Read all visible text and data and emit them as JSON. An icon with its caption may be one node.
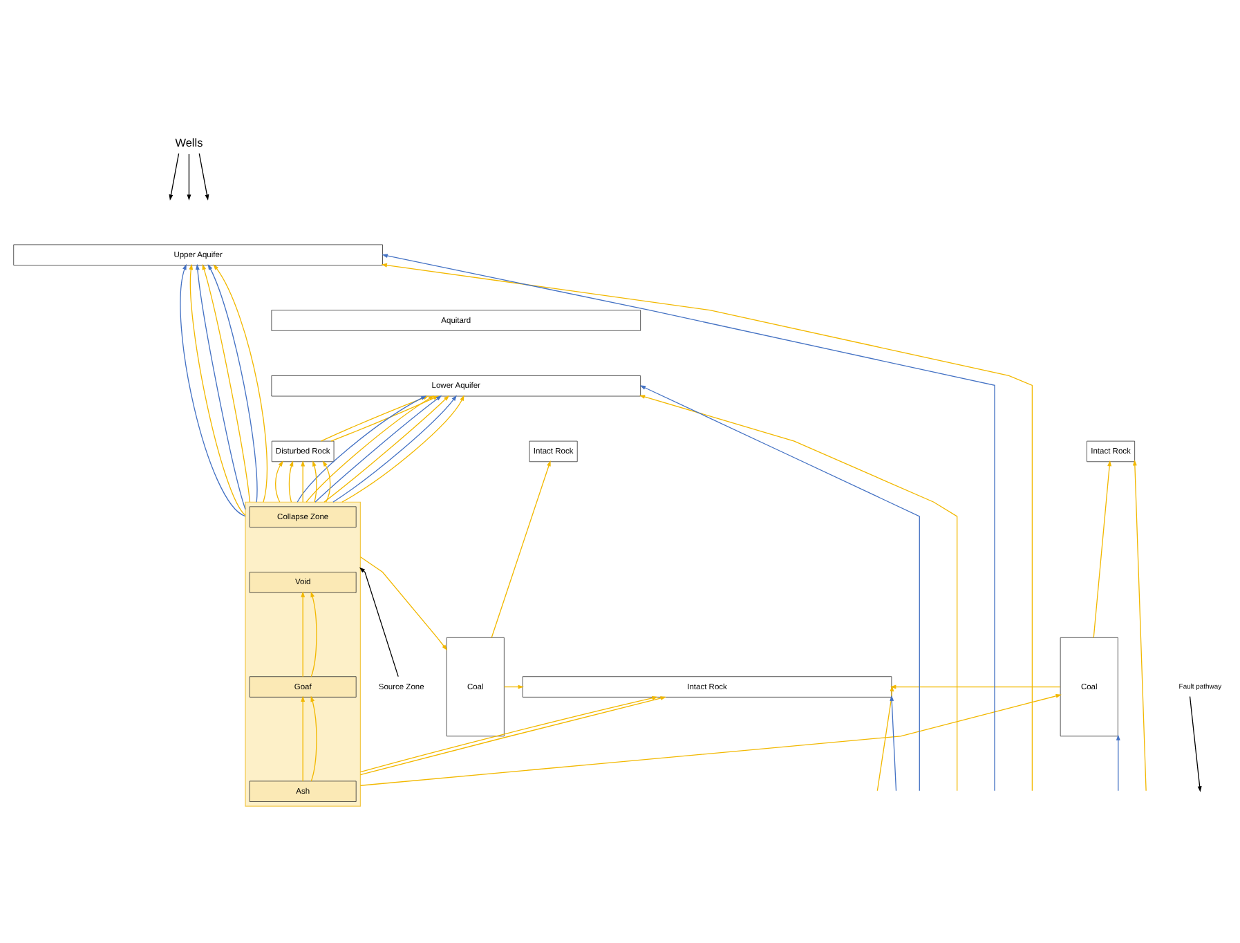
{
  "diagram": {
    "nodes": [
      {
        "text": [
          "Wells"
        ]
      },
      {
        "text": [
          "Upper Aquifer"
        ]
      },
      {
        "text": [
          "Aquitard"
        ]
      },
      {
        "text": [
          "Lower Aquifer"
        ]
      },
      {
        "text": [
          "Intact Rock"
        ]
      },
      {
        "text": [
          "Disturbed Rock"
        ]
      },
      {
        "text": [
          "Intact Rock"
        ]
      },
      {
        "text": [
          "Source Zone"
        ]
      },
      {
        "text": [
          "Coal"
        ]
      },
      {
        "text": [],
        "shape": "box"
      },
      {
        "text": [
          "Collapse Zone"
        ],
        "in": 9
      },
      {
        "text": [
          "Void"
        ],
        "in": 9
      },
      {
        "text": [
          "Goaf"
        ],
        "in": 9
      },
      {
        "text": [
          "Ash"
        ],
        "in": 9
      },
      {
        "text": [
          "Coal"
        ]
      },
      {
        "text": [
          "Fault pathway"
        ]
      },
      {
        "text": [
          "Intact Rock"
        ]
      }
    ],
    "edges": [
      {
        "from": 0,
        "to": null,
        "arrow": "to",
        "color": "#000000"
      },
      {
        "from": 0,
        "to": null,
        "arrow": "to",
        "color": "#000000"
      },
      {
        "from": 0,
        "to": null,
        "arrow": "to",
        "color": "#000000"
      },
      {
        "from": 7,
        "to": 9,
        "arrow": "to",
        "color": "#000000"
      },
      {
        "from": 15,
        "to": null,
        "arrow": "to",
        "color": "#000000"
      },
      {
        "from": 9,
        "to": 1,
        "arrow": "to",
        "color": "#4472c4"
      },
      {
        "from": 9,
        "to": 3,
        "arrow": "to",
        "color": "#4472c4"
      },
      {
        "from": 9,
        "to": 1,
        "arrow": "to"
      },
      {
        "from": 9,
        "to": 3,
        "arrow": "to"
      },
      {
        "from": 9,
        "to": 5,
        "arrow": "to"
      },
      {
        "from": 9,
        "to": 1,
        "arrow": "to",
        "color": "#4472c4"
      },
      {
        "from": 9,
        "to": 3,
        "arrow": "to",
        "color": "#4472c4"
      },
      {
        "from": 9,
        "to": 1,
        "arrow": "to"
      },
      {
        "from": 9,
        "to": 3,
        "arrow": "to"
      },
      {
        "from": 9,
        "to": 5,
        "arrow": "to"
      },
      {
        "from": 9,
        "to": 1,
        "arrow": "to",
        "color": "#4472c4"
      },
      {
        "from": 9,
        "to": 3,
        "arrow": "to",
        "color": "#4472c4"
      },
      {
        "from": 9,
        "to": 1,
        "arrow": "to"
      },
      {
        "from": 9,
        "to": 3,
        "arrow": "to"
      },
      {
        "from": 9,
        "to": 5,
        "arrow": "to"
      },
      {
        "from": 9,
        "to": 5,
        "arrow": "to"
      },
      {
        "from": 9,
        "to": 5,
        "arrow": "to"
      },
      {
        "from": 5,
        "to": 3,
        "arrow": "to"
      },
      {
        "from": 5,
        "to": 3,
        "arrow": "to"
      },
      {
        "from": 8,
        "to": 4,
        "arrow": "to"
      },
      {
        "from": 14,
        "to": 6,
        "arrow": "to"
      },
      {
        "from": 9,
        "to": 8,
        "arrow": "to"
      },
      {
        "from": 9,
        "to": 14,
        "arrow": "to"
      },
      {
        "from": 13,
        "to": 12,
        "arrow": "to"
      },
      {
        "from": 13,
        "to": 12,
        "arrow": "to"
      },
      {
        "from": 12,
        "to": 11,
        "arrow": "to"
      },
      {
        "from": 12,
        "to": 11,
        "arrow": "to"
      },
      {
        "from": 8,
        "to": 16,
        "arrow": "to"
      },
      {
        "from": 9,
        "to": 16,
        "arrow": "to"
      },
      {
        "from": 9,
        "to": 16,
        "arrow": "to"
      },
      {
        "from": 14,
        "to": 16,
        "arrow": "to"
      },
      {
        "from": null,
        "to": 1,
        "arrow": "to"
      },
      {
        "from": null,
        "to": 1,
        "arrow": "to",
        "color": "#4472c4"
      },
      {
        "from": null,
        "to": 3,
        "arrow": "to"
      },
      {
        "from": null,
        "to": 3,
        "arrow": "to",
        "color": "#4472c4"
      },
      {
        "from": null,
        "to": 6,
        "arrow": "to"
      },
      {
        "from": null,
        "to": 14,
        "arrow": "to",
        "color": "#4472c4"
      },
      {
        "from": null,
        "to": 16,
        "arrow": "to"
      },
      {
        "from": null,
        "to": 16,
        "arrow": "to",
        "color": "#4472c4"
      }
    ]
  }
}
